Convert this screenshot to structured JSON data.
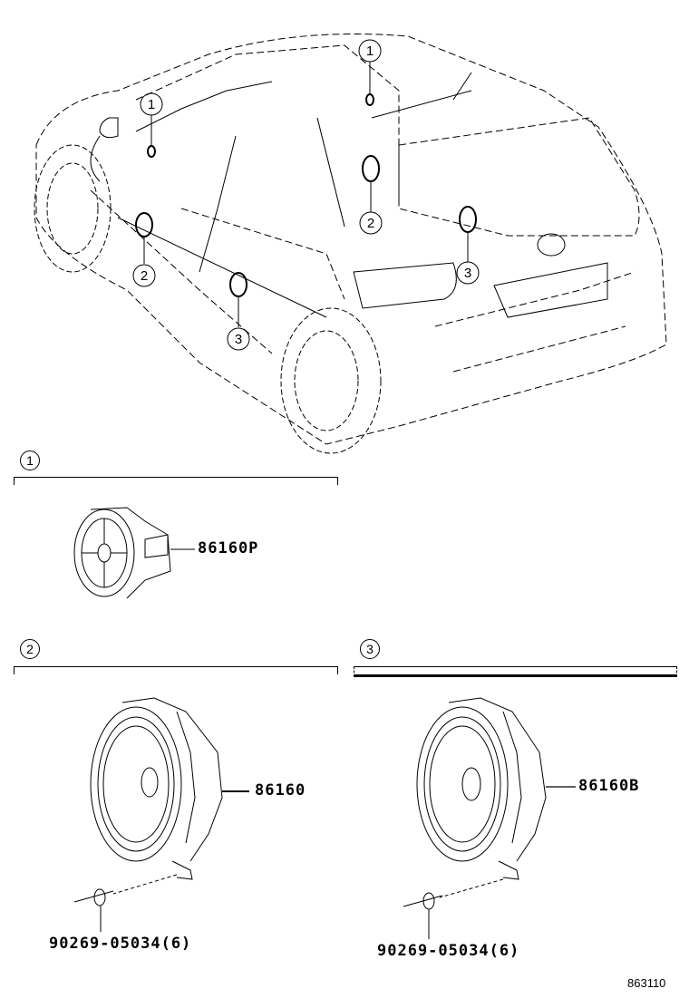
{
  "diagram": {
    "title": "Speaker installation diagram",
    "callouts": [
      {
        "id": "1",
        "label": "1"
      },
      {
        "id": "2",
        "label": "2"
      },
      {
        "id": "3",
        "label": "3"
      }
    ],
    "sections": [
      {
        "number": "1",
        "parts": [
          {
            "part_number": "86160P",
            "description": "speaker (dashboard)"
          }
        ]
      },
      {
        "number": "2",
        "parts": [
          {
            "part_number": "86160",
            "description": "speaker (front door)"
          },
          {
            "part_number": "90269-05034(6)",
            "description": "rivet"
          }
        ]
      },
      {
        "number": "3",
        "parts": [
          {
            "part_number": "86160B",
            "description": "speaker (rear door)"
          },
          {
            "part_number": "90269-05034(6)",
            "description": "rivet"
          }
        ]
      }
    ],
    "reference_code": "863110"
  }
}
